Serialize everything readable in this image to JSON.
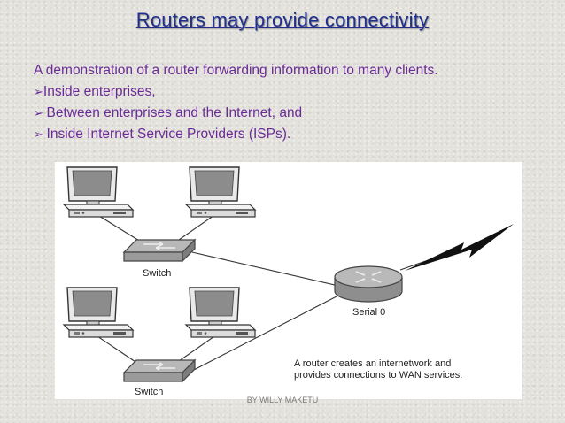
{
  "slide": {
    "title": "Routers may provide connectivity",
    "bullets": [
      {
        "marker": "",
        "text": "A demonstration of a router forwarding information to many clients."
      },
      {
        "marker": "➢",
        "text": "Inside enterprises,"
      },
      {
        "marker": "➢ ",
        "text": "Between enterprises and the Internet, and"
      },
      {
        "marker": "➢ ",
        "text": "Inside Internet Service Providers (ISPs)."
      }
    ],
    "footer": "BY WILLY MAKETU"
  },
  "diagram": {
    "switch_top_label": "Switch",
    "switch_bottom_label": "Switch",
    "router_label": "Serial 0",
    "caption_line1": "A router creates an internetwork and",
    "caption_line2": "provides connections to WAN services."
  },
  "colors": {
    "title": "#1f2f8e",
    "bullets": "#6a2b96",
    "background": "#e4e2dc"
  }
}
